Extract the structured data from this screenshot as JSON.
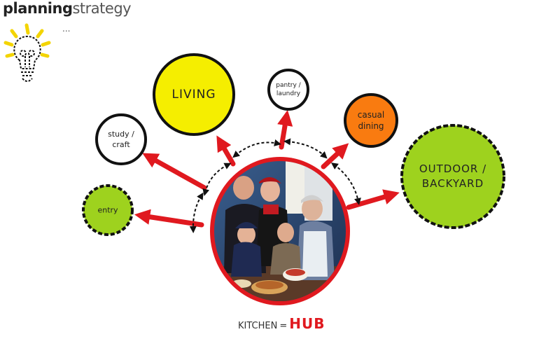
{
  "header": {
    "title_bold": "planning",
    "title_light": "strategy",
    "subtitle": "..."
  },
  "colors": {
    "accent_red": "#e0191f",
    "yellow": "#f5ee00",
    "green": "#9ed21e",
    "orange": "#f97b10",
    "outline": "#111111"
  },
  "nodes": {
    "living": "LIVING",
    "study": "study /\ncraft",
    "entry": "entry",
    "pantry": "pantry /\nlaundry",
    "casual": "casual\ndining",
    "outdoor": "OUTDOOR /\nBACKYARD"
  },
  "caption": {
    "kitchen": "KITCHEN",
    "equals": "=",
    "hub": "HUB"
  },
  "icons": {
    "idea": "lightbulb-icon",
    "photo": "family-kitchen-photo"
  }
}
